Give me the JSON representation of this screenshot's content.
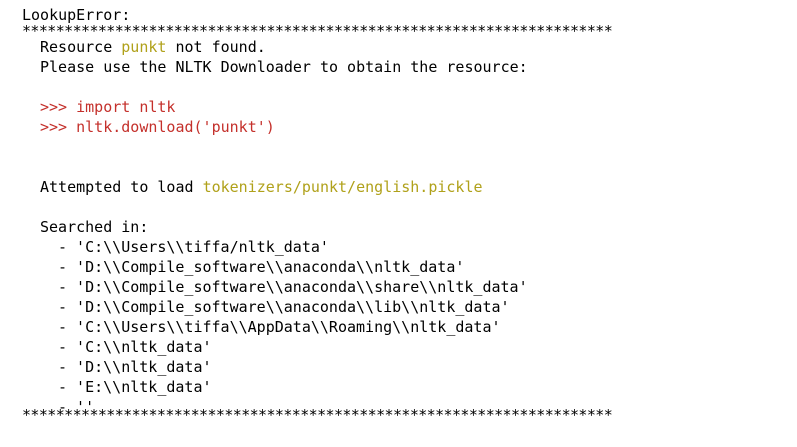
{
  "error": {
    "title": "LookupError:",
    "rule": "**********************************************************************",
    "resource_prefix": "Resource ",
    "resource_name": "punkt",
    "resource_suffix": " not found.",
    "downloader_msg": "Please use the NLTK Downloader to obtain the resource:",
    "code_line_1": ">>> import nltk",
    "code_line_2": ">>> nltk.download('punkt')",
    "attempted_prefix": "Attempted to load ",
    "attempted_path": "tokenizers/punkt/english.pickle",
    "searched_in_label": "Searched in:",
    "search_paths": [
      "- 'C:\\\\Users\\\\tiffa/nltk_data'",
      "- 'D:\\\\Compile_software\\\\anaconda\\\\nltk_data'",
      "- 'D:\\\\Compile_software\\\\anaconda\\\\share\\\\nltk_data'",
      "- 'D:\\\\Compile_software\\\\anaconda\\\\lib\\\\nltk_data'",
      "- 'C:\\\\Users\\\\tiffa\\\\AppData\\\\Roaming\\\\nltk_data'",
      "- 'C:\\\\nltk_data'",
      "- 'D:\\\\nltk_data'",
      "- 'E:\\\\nltk_data'",
      "- ''"
    ]
  },
  "colors": {
    "resource_highlight": "#b0a11a",
    "code_highlight": "#c4302b"
  }
}
